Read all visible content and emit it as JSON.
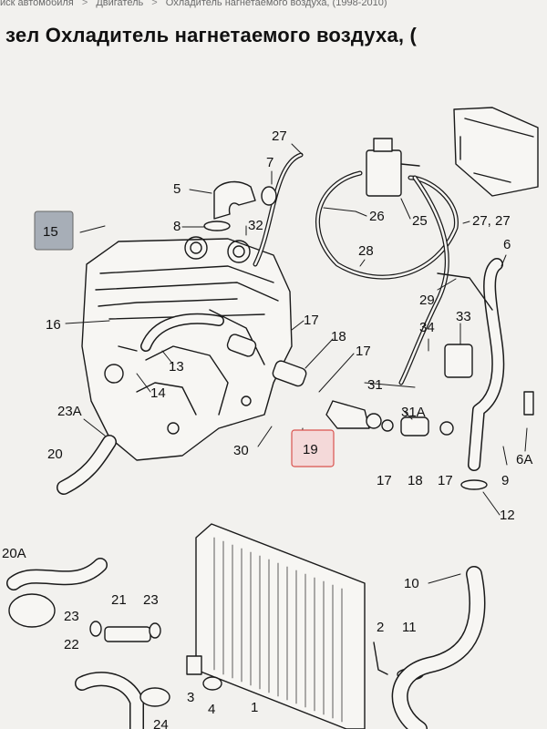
{
  "breadcrumb": [
    "иск автомобиля",
    "Двигатель",
    "Охладитель нагнетаемого воздуха, (1998-2010)"
  ],
  "page_title": "зел Охладитель нагнетаемого воздуха, (",
  "highlight_colors": {
    "gray_box": "#a7aeb7",
    "red_box": "#f4d9d9",
    "red_border": "#d9534f"
  },
  "callouts": {
    "c15": "15",
    "c27a": "27",
    "c7": "7",
    "c5": "5",
    "c8": "8",
    "c32": "32",
    "c26": "26",
    "c25": "25",
    "c27b": "27, 27",
    "c6": "6",
    "c28": "28",
    "c29": "29",
    "c16": "16",
    "c17a": "17",
    "c33": "33",
    "c34": "34",
    "c13": "13",
    "c18a": "18",
    "c17b": "17",
    "c14": "14",
    "c31": "31",
    "c23A": "23A",
    "c31A": "31A",
    "c30": "30",
    "c19": "19",
    "c9": "9",
    "c6A": "6A",
    "c20": "20",
    "c17c": "17",
    "c18b": "18",
    "c17d": "17",
    "c12": "12",
    "c20A": "20A",
    "c10": "10",
    "c21": "21",
    "c23a": "23",
    "c23b": "23",
    "c2": "2",
    "c11": "11",
    "c22": "22",
    "c3": "3",
    "c4": "4",
    "c1": "1",
    "c24": "24"
  }
}
